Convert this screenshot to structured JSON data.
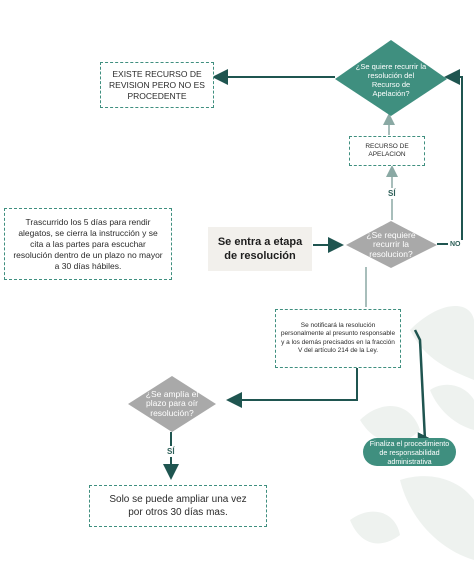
{
  "boxes": {
    "existe": "EXISTE RECURSO DE REVISION PERO NO ES PROCEDENTE",
    "recurso": "RECURSO DE APELACION",
    "trascurrido": "Trascurrido los 5 días para rendir alegatos, se cierra la instrucción y se cita a las partes para escuchar resolución dentro de un plazo no mayor a 30 días hábiles.",
    "etapa": "Se entra a etapa de resolución",
    "notificara": "Se notificará la resolución personalmente al presunto responsable y a los demás precisados en la fracción V del artículo 214 de la Ley.",
    "amplia": "Solo se puede ampliar una vez por otros 30 días mas."
  },
  "diamonds": {
    "apelacion": "¿Se quiere recurrir la resolución del Recurso de Apelación?",
    "requiere": "¿Se requiere recurrir la resolucion?",
    "plazo": "¿Se amplía el plazo para oír resolución?"
  },
  "pill": "Finaliza el procedimiento de responsabilidad administrativa",
  "labels": {
    "si1": "SÍ",
    "no1": "NO",
    "si2": "SÍ"
  },
  "colors": {
    "accent": "#3f8f7f",
    "diamond_green": "#3f8f7f",
    "diamond_gray": "#a9a9a9",
    "line_dark": "#1f5550"
  }
}
